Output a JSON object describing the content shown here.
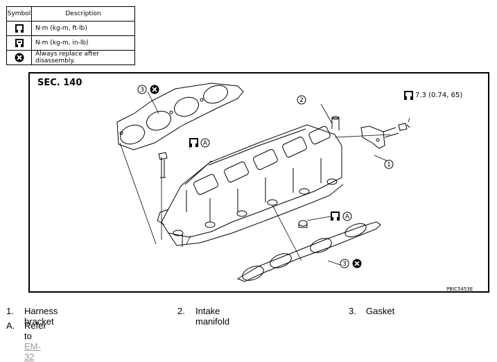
{
  "legend": {
    "header_symbol": "Symbol",
    "header_description": "Description",
    "rows": [
      {
        "icon": "torque-wrench-nm-icon",
        "description": "N·m (kg-m, ft-lb)"
      },
      {
        "icon": "torque-wrench-inlb-icon",
        "description": "N·m (kg-m, in-lb)"
      },
      {
        "icon": "always-replace-icon",
        "description": "Always replace after disassembly."
      }
    ]
  },
  "figure": {
    "section_label": "SEC. 140",
    "torque_value": "7.3 (0.74, 65)",
    "image_code": "PBIC5453E",
    "callout_1": "1",
    "callout_2": "2",
    "callout_3a": "3",
    "callout_3b": "3",
    "ref_a1": "A",
    "ref_a2": "A"
  },
  "parts": {
    "p1_num": "1.",
    "p1_label": "Harness bracket",
    "p2_num": "2.",
    "p2_label": "Intake manifold",
    "p3_num": "3.",
    "p3_label": "Gasket",
    "a_num": "A.",
    "a_label": "Refer to",
    "a_link": "EM-32"
  }
}
